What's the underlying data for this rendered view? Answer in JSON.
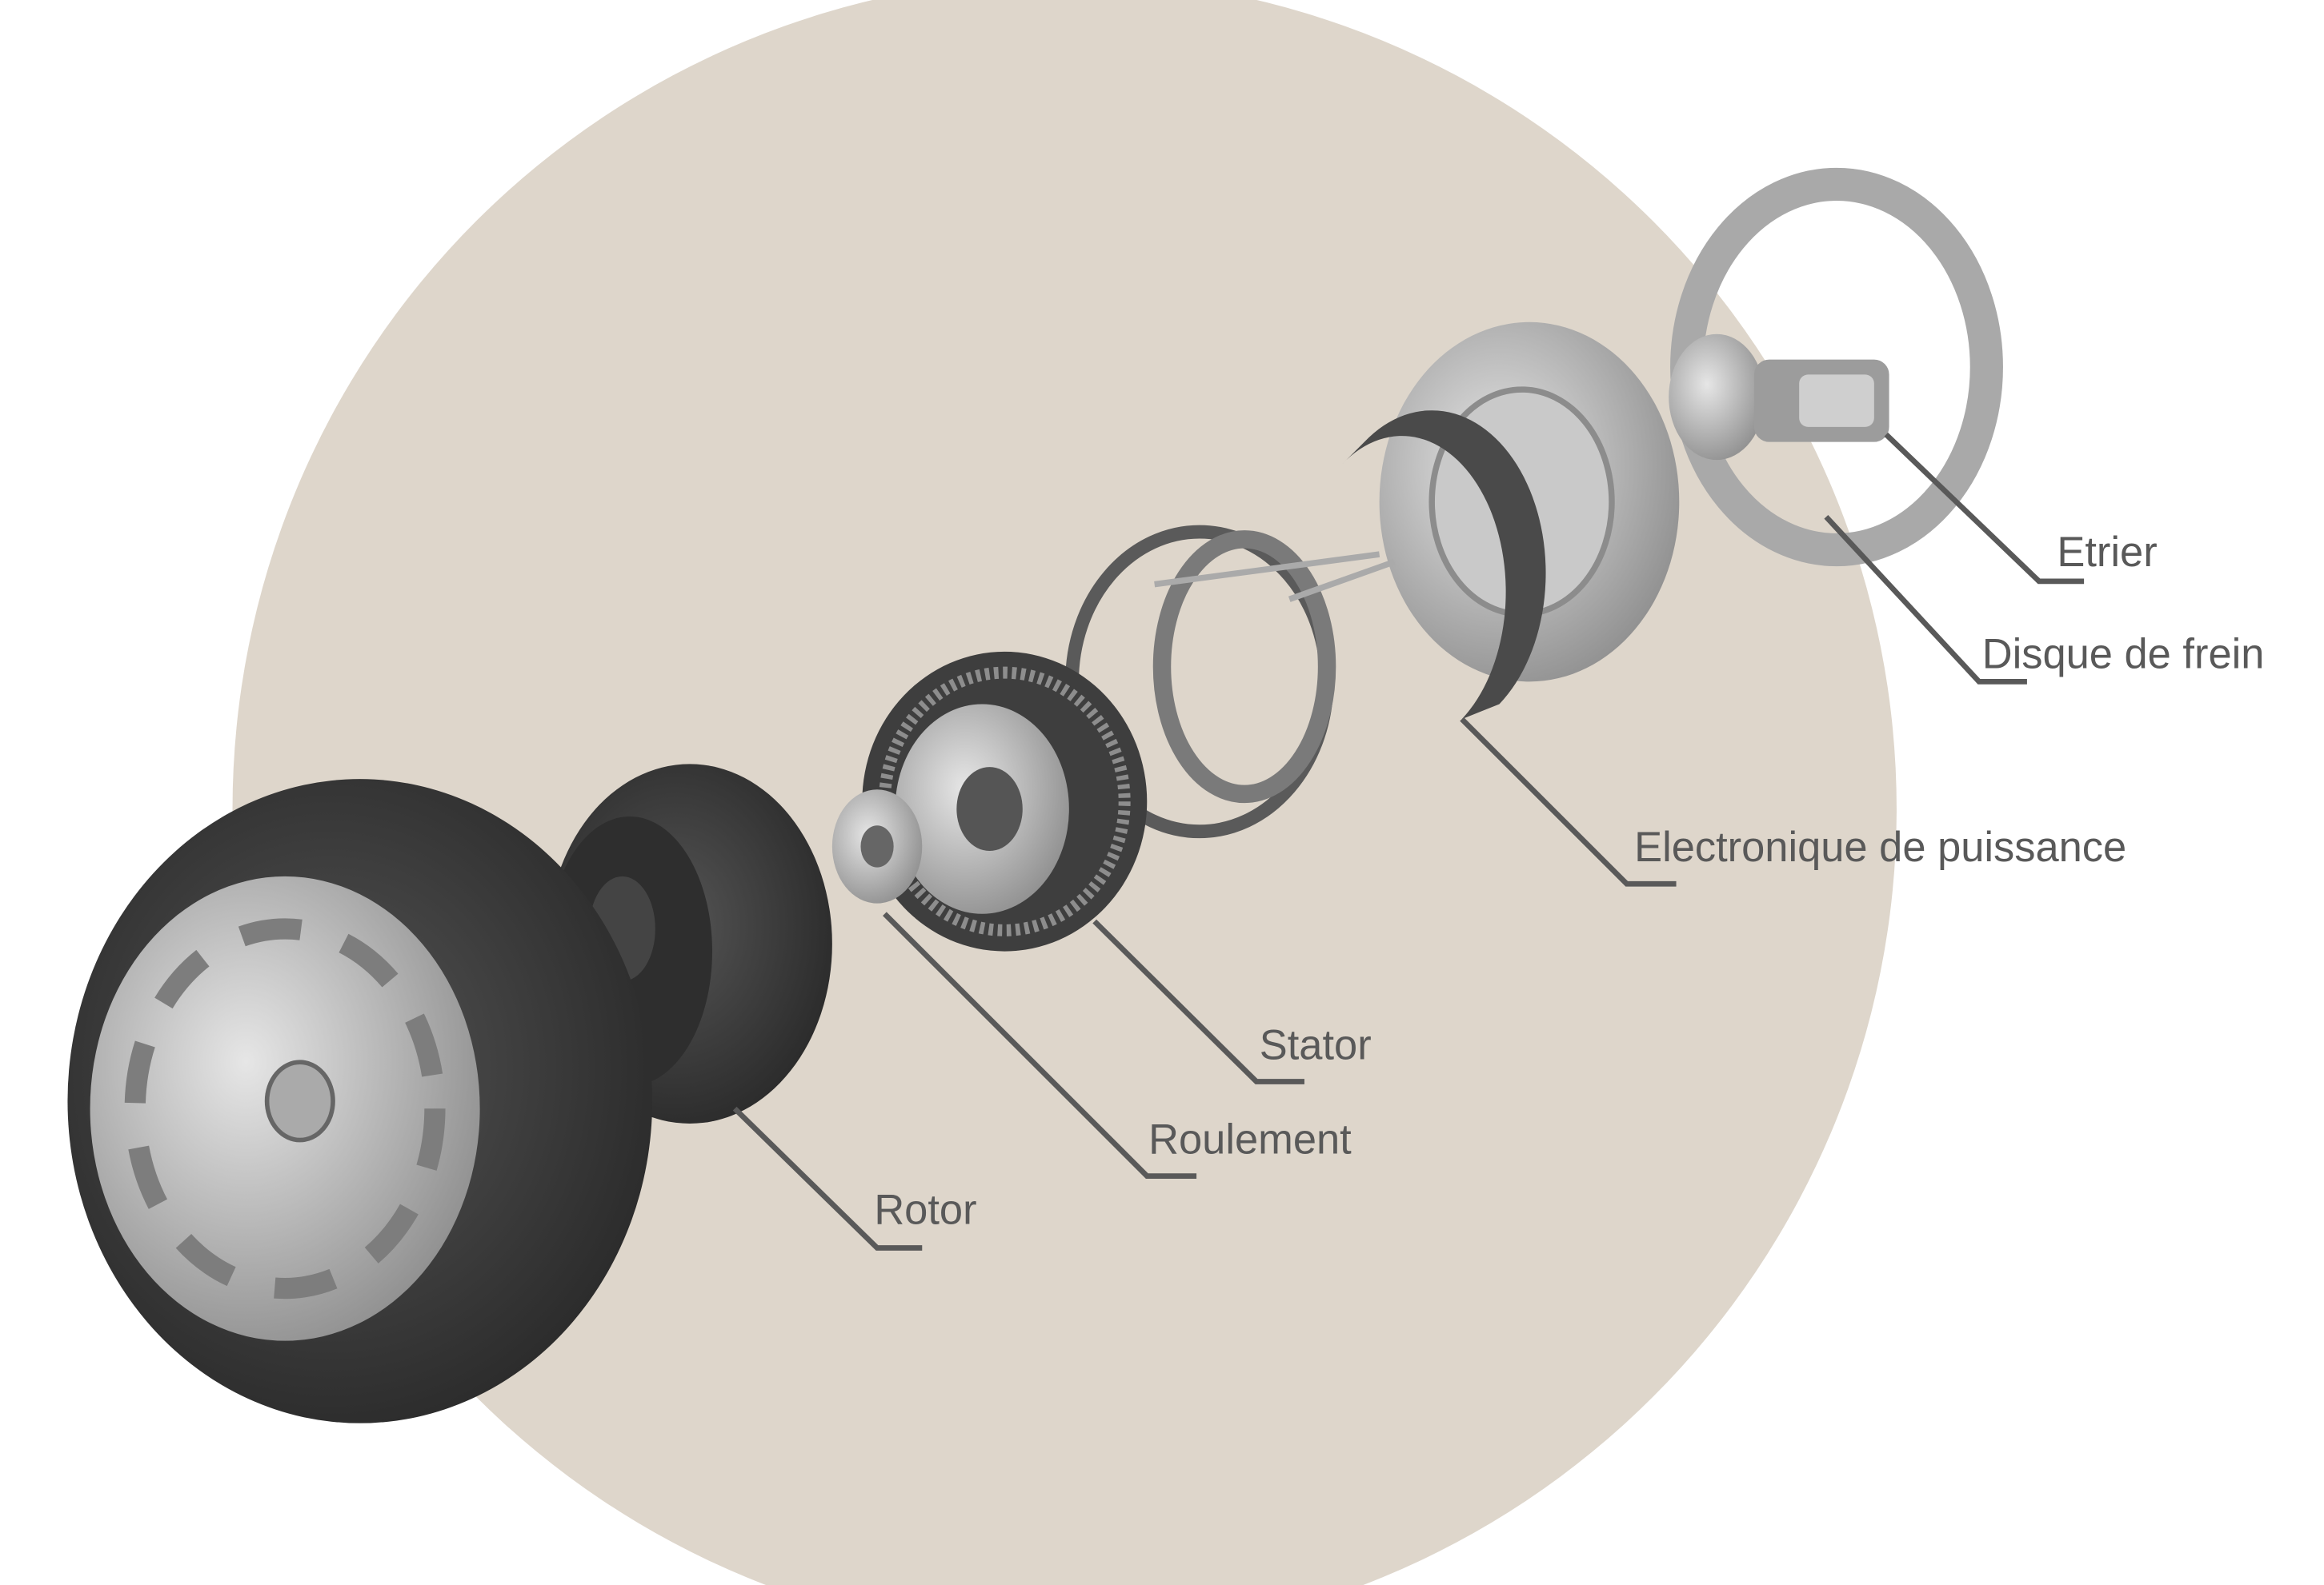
{
  "colors": {
    "background": "#ffffff",
    "circle": "#ded6cb",
    "label": "#595959",
    "tire": "#3a3a3a",
    "metal": "#b8b8b8"
  },
  "labels": {
    "etrier": "Etrier",
    "disque": "Disque de frein",
    "electronique": "Electronique de puissance",
    "stator": "Stator",
    "roulement": "Roulement",
    "rotor": "Rotor"
  }
}
